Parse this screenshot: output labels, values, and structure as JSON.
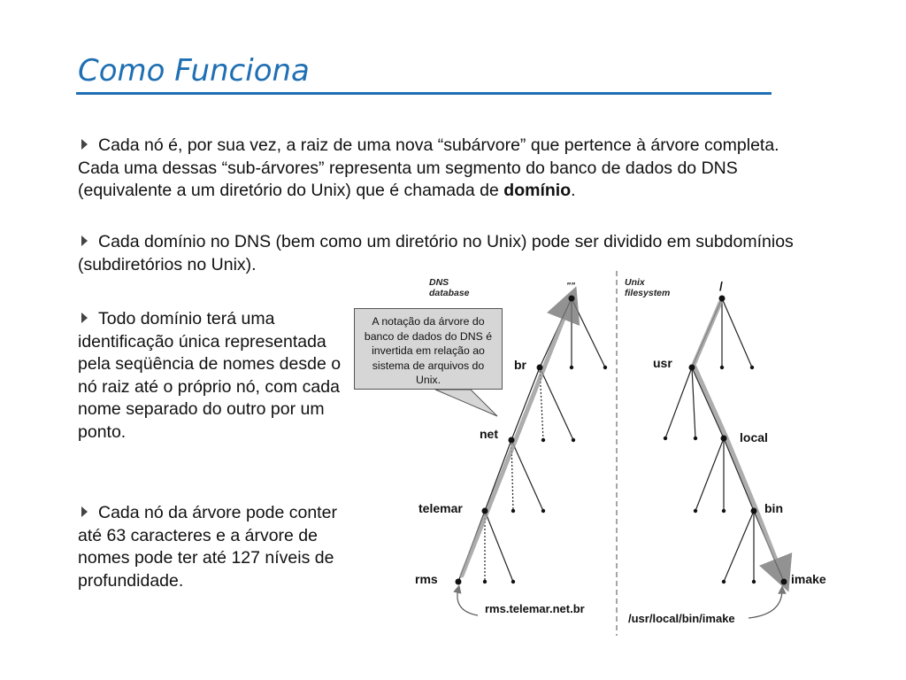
{
  "title": "Como Funciona",
  "paragraphs": {
    "p1_text": "Cada nó é, por sua vez, a raiz de uma nova “subárvore” que pertence à árvore completa. Cada uma dessas “sub-árvores” representa um segmento do banco de dados do DNS (equivalente a um diretório do Unix) que é chamada de ",
    "p1_bold": "domínio",
    "p1_end": ".",
    "p2_text": "Cada domínio no DNS (bem como um diretório no Unix) pode ser dividido em subdomínios (subdiretórios no Unix).",
    "p3_text": "Todo domínio terá uma identificação única representada pela seqüência de nomes desde o nó raiz até o próprio nó, com cada nome separado do outro por um ponto.",
    "p4_text": "Cada nó da árvore pode conter até 63 caracteres e a árvore de nomes pode ter até 127 níveis de profundidade."
  },
  "callout": "A notação da árvore do banco de dados do DNS é invertida em relação ao sistema de arquivos do Unix.",
  "diagram": {
    "dns_header_1": "DNS",
    "dns_header_2": "database",
    "unix_header_1": "Unix",
    "unix_header_2": "filesystem",
    "dns_root": "\"\"",
    "unix_root": "/",
    "dns_nodes": [
      "br",
      "net",
      "telemar",
      "rms"
    ],
    "unix_nodes": [
      "usr",
      "local",
      "bin",
      "imake"
    ],
    "dns_path": "rms.telemar.net.br",
    "unix_path": "/usr/local/bin/imake"
  }
}
